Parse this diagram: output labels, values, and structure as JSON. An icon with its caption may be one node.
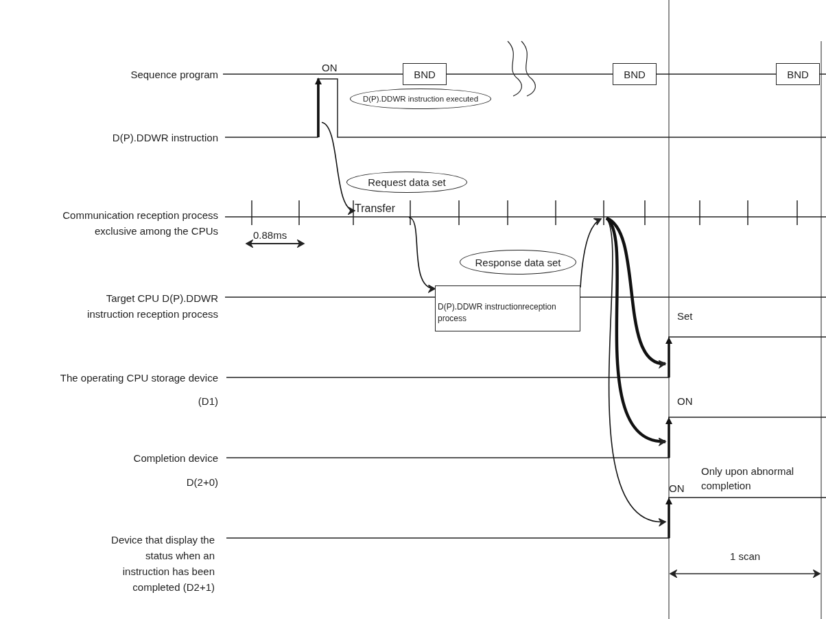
{
  "diagram": {
    "nodes": [
      {
        "text": [
          "BND"
        ]
      },
      {
        "text": [
          "BND"
        ]
      },
      {
        "text": [
          "BND"
        ]
      },
      {
        "text": [
          "D(P).DDWR instruction executed"
        ]
      },
      {
        "text": [],
        "shape": "bar",
        "beside": [
          "ON"
        ]
      },
      {
        "text": [
          "Request data set"
        ]
      },
      {
        "text": [
          "Transfer"
        ]
      },
      {
        "text": [
          "Response data set"
        ]
      },
      {
        "text": [
          "D(P).DDWR instructionreception process"
        ]
      },
      {
        "text": [],
        "shape": "bar"
      },
      {
        "text": [],
        "shape": "bar",
        "beside": [
          "Set"
        ]
      },
      {
        "text": [],
        "shape": "bar",
        "beside": [
          "ON"
        ]
      },
      {
        "text": [],
        "shape": "bar",
        "beside": [
          "ON",
          "Only upon abnormal completion"
        ]
      }
    ],
    "edges": [
      {
        "from": 4,
        "to": 6,
        "arrow": "to"
      },
      {
        "from": 6,
        "to": 8,
        "arrow": "to"
      },
      {
        "from": 8,
        "to": 9,
        "arrow": "to"
      },
      {
        "from": 9,
        "to": 10,
        "arrow": "to",
        "style": "thick"
      },
      {
        "from": 9,
        "to": 11,
        "arrow": "to",
        "style": "thick"
      },
      {
        "from": 9,
        "to": 12,
        "arrow": "to"
      }
    ],
    "labels": [
      "Sequence program",
      "D(P).DDWR instruction",
      "Communication reception process exclusive among the CPUs",
      "0.88ms",
      "Target CPU D(P).DDWR instruction reception process",
      "The operating CPU storage device",
      "(D1)",
      "Completion device",
      "D(2+0)",
      "Device that display the status when an instruction has been completed (D2+1)",
      "1 scan"
    ]
  }
}
